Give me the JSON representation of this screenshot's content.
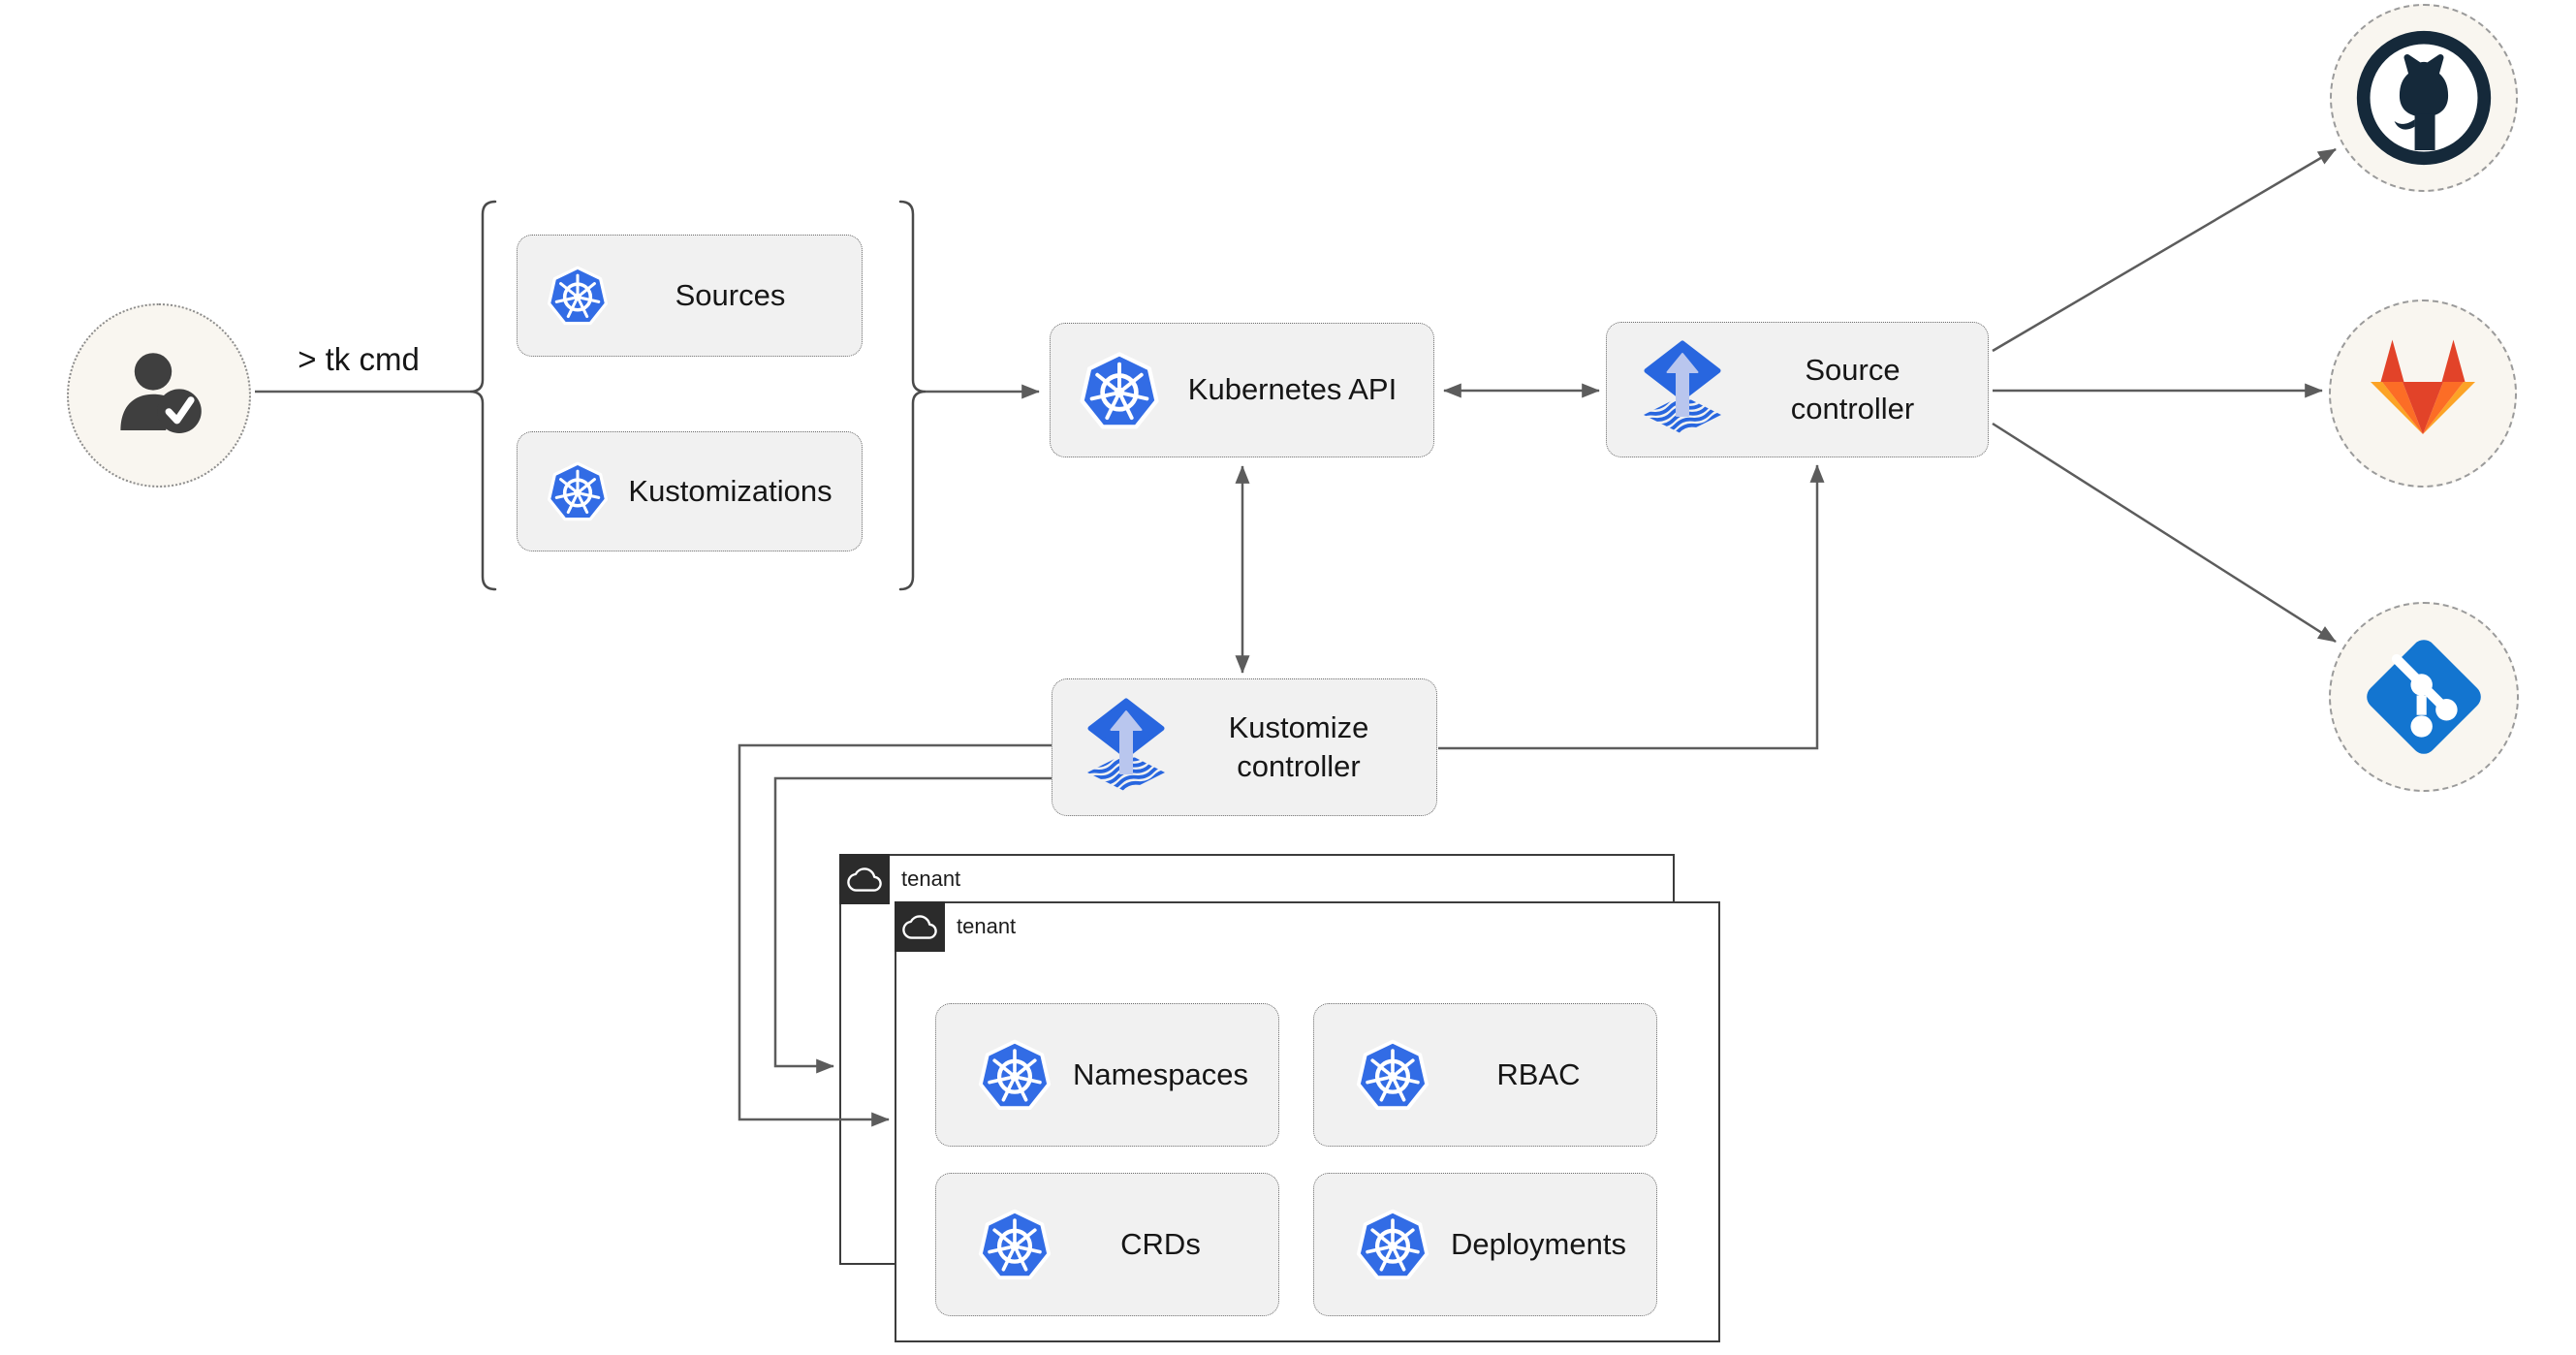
{
  "cli": {
    "label": "> tk cmd"
  },
  "nodes": {
    "sources": {
      "label": "Sources",
      "icon": "kubernetes-icon"
    },
    "kustomizations": {
      "label": "Kustomizations",
      "icon": "kubernetes-icon"
    },
    "kubernetes_api": {
      "label": "Kubernetes API",
      "icon": "kubernetes-icon"
    },
    "source_controller": {
      "line1": "Source",
      "line2": "controller",
      "icon": "flux-icon"
    },
    "kustomize_controller": {
      "line1": "Kustomize",
      "line2": "controller",
      "icon": "flux-icon"
    },
    "namespaces": {
      "label": "Namespaces",
      "icon": "kubernetes-icon"
    },
    "rbac": {
      "label": "RBAC",
      "icon": "kubernetes-icon"
    },
    "crds": {
      "label": "CRDs",
      "icon": "kubernetes-icon"
    },
    "deployments": {
      "label": "Deployments",
      "icon": "kubernetes-icon"
    }
  },
  "tenants": {
    "back": {
      "label": "tenant",
      "icon": "cloud-icon"
    },
    "front": {
      "label": "tenant",
      "icon": "cloud-icon"
    }
  },
  "actors": {
    "user": {
      "icon": "user-check-icon"
    }
  },
  "providers": {
    "github": {
      "icon": "github-icon"
    },
    "gitlab": {
      "icon": "gitlab-icon"
    },
    "git": {
      "icon": "git-icon"
    }
  },
  "colors": {
    "canvas-bg": "#ffffff",
    "node-bg": "#f1f1f1",
    "node-border": "#6e6e6e",
    "connector": "#5c5c5c",
    "text": "#161616",
    "circle-bg": "#f9f6f0",
    "circle-border": "#9b9b9b",
    "tenant-border": "#3c3c3c",
    "tenant-header-bg": "#2b2b2b",
    "k8s-blue": "#326ce5",
    "flux-blue": "#2866df",
    "flux-arrow": "#b9c6ee",
    "github-dark": "#15293a",
    "gitlab-red": "#e24329",
    "gitlab-orange": "#fc6d26",
    "gitlab-light-orange": "#fca326",
    "git-blue": "#1375d0",
    "user-gray": "#3f3f3f"
  }
}
